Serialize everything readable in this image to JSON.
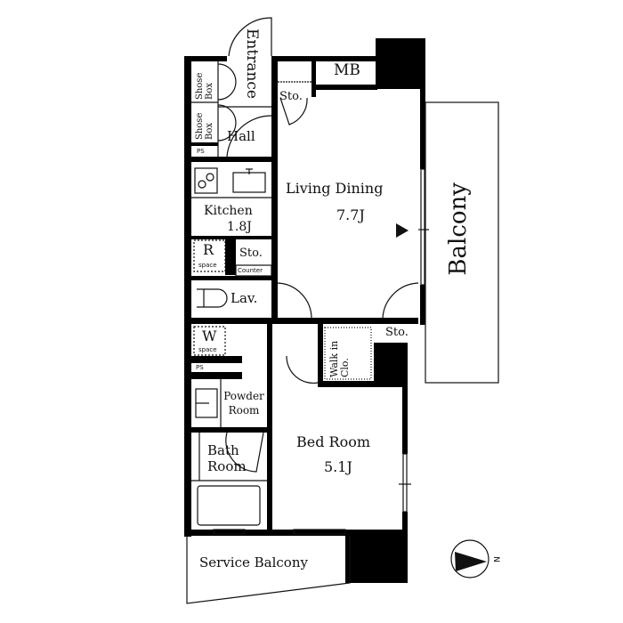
{
  "rooms": {
    "entrance": "Entrance",
    "mb": "MB",
    "sto_top": "Sto.",
    "shoe_box_1": "Shose Box",
    "shoe_box_2": "Shose Box",
    "hall": "Hall",
    "ps_1": "PS",
    "living_dining": "Living Dining",
    "living_dining_size": "7.7J",
    "kitchen": "Kitchen",
    "kitchen_size": "1.8J",
    "r_space": "R",
    "r_space_sub": "space",
    "sto_kitchen": "Sto.",
    "counter": "Counter",
    "lav": "Lav.",
    "w_space": "W",
    "w_space_sub": "space",
    "ps_2": "PS",
    "walk_in_closet": "Walk in Clo.",
    "sto_bed": "Sto.",
    "powder_room": "Powder Room",
    "bath_room": "Bath Room",
    "bed_room": "Bed Room",
    "bed_room_size": "5.1J",
    "balcony": "Balcony",
    "service_balcony": "Service Balcony"
  },
  "compass": {
    "label": "N"
  },
  "colors": {
    "wall": "#000000",
    "line": "#111111",
    "background": "#ffffff"
  }
}
